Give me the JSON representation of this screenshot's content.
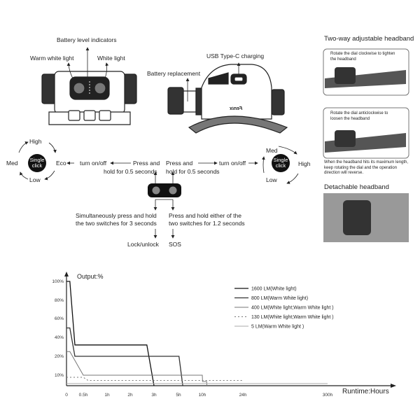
{
  "front_view": {
    "battery_level_label": "Battery level indicators",
    "warm_white_label": "Warm white light",
    "white_label": "White light"
  },
  "side_view": {
    "usb_label": "USB Type-C charging",
    "battery_label": "Battery replacement",
    "brand_mark": "Fenix"
  },
  "controls": {
    "left_cycle": {
      "top": "High",
      "left": "Med",
      "right": "Eco",
      "bottom": "Low",
      "center": "Single click"
    },
    "right_cycle": {
      "top": "Med",
      "right": "High",
      "bottom": "Low",
      "center": "Single click"
    },
    "left_turn": "turn on/off",
    "right_turn": "turn on/off",
    "left_press_1": "Press and",
    "left_press_2": "hold for 0.5 seconds",
    "right_press_1": "Press and",
    "right_press_2": "hold for 0.5 seconds",
    "lock_desc_1": "Simultaneously press and hold",
    "lock_desc_2": "the two switches for 3 seconds",
    "sos_desc_1": "Press and hold either of the",
    "sos_desc_2": "two switches for 1.2 seconds",
    "lock_result": "Lock/unlock",
    "sos_result": "SOS"
  },
  "headband": {
    "title": "Two-way adjustable headband",
    "tighten": "Rotate the dial clockwise to tighten the headband",
    "loosen": "Rotate the dial anticlockwise to loosen the headband",
    "note": "When the headband hits its maximum length, keep rotating the dial and the operation direction will reverse.",
    "detachable_title": "Detachable headband"
  },
  "chart_data": {
    "type": "line",
    "title": "",
    "ylabel": "Output:%",
    "xlabel": "Runtime:Hours",
    "x_ticks": [
      "0",
      "0.5h",
      "1h",
      "2h",
      "3h",
      "5h",
      "10h",
      "24h",
      "300h"
    ],
    "x_tick_values": [
      0,
      0.5,
      1,
      2,
      3,
      5,
      10,
      24,
      300
    ],
    "y_ticks": [
      "10%",
      "20%",
      "40%",
      "60%",
      "80%",
      "100%"
    ],
    "y_tick_values": [
      10,
      20,
      40,
      60,
      80,
      100
    ],
    "grid": false,
    "legend_position": "top-right",
    "series": [
      {
        "name": "1600 LM(White light)",
        "color": "#111111",
        "style": "solid",
        "points": [
          [
            0,
            100
          ],
          [
            0.1,
            100
          ],
          [
            0.25,
            32
          ],
          [
            2.7,
            32
          ],
          [
            3,
            0
          ]
        ]
      },
      {
        "name": "800 LM(Warm White light)",
        "color": "#333333",
        "style": "solid",
        "points": [
          [
            0,
            50
          ],
          [
            0.1,
            50
          ],
          [
            0.25,
            20
          ],
          [
            5.1,
            20
          ],
          [
            5.9,
            0
          ]
        ]
      },
      {
        "name": "400 LM(White light;Warm White light )",
        "color": "#777777",
        "style": "solid",
        "points": [
          [
            0,
            25
          ],
          [
            0.1,
            25
          ],
          [
            0.5,
            10
          ],
          [
            10,
            10
          ],
          [
            10.1,
            4
          ],
          [
            11.5,
            4
          ],
          [
            11.6,
            0
          ]
        ]
      },
      {
        "name": "130 LM(White light;Warm White light )",
        "color": "#777777",
        "style": "dotted",
        "points": [
          [
            0,
            8
          ],
          [
            0.5,
            8
          ],
          [
            0.6,
            5
          ],
          [
            24,
            5
          ]
        ]
      },
      {
        "name": "5 LM(Warm White light )",
        "color": "#aaaaaa",
        "style": "solid",
        "points": [
          [
            0,
            2
          ],
          [
            300,
            2
          ]
        ]
      }
    ]
  }
}
